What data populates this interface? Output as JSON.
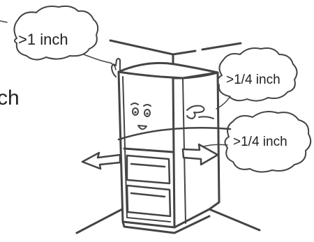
{
  "callouts": {
    "top": ">1 inch",
    "right_upper": ">1/4 inch",
    "right_lower": ">1/4 inch"
  },
  "cropped_text": "ch",
  "colors": {
    "line": "#444444",
    "arrow_fill": "#ffffff",
    "text": "#222222"
  }
}
